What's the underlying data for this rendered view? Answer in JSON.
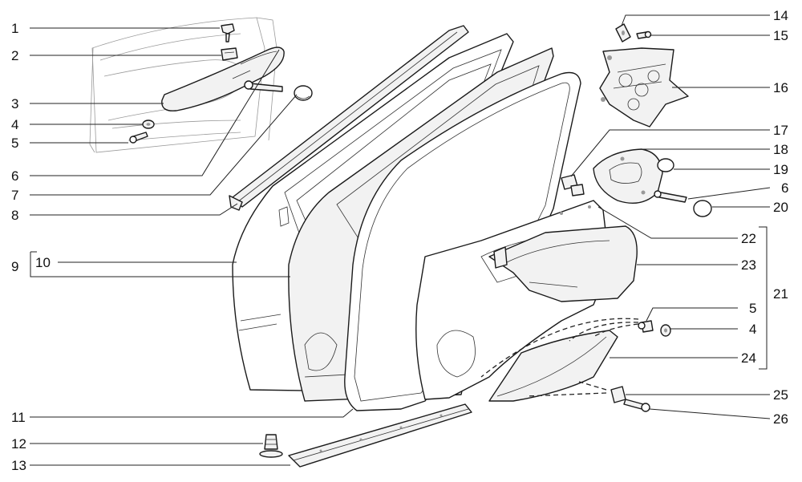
{
  "callouts": [
    {
      "id": "c1",
      "text": "1"
    },
    {
      "id": "c2",
      "text": "2"
    },
    {
      "id": "c3",
      "text": "3"
    },
    {
      "id": "c4",
      "text": "4"
    },
    {
      "id": "c5",
      "text": "5"
    },
    {
      "id": "c6",
      "text": "6"
    },
    {
      "id": "c7",
      "text": "7"
    },
    {
      "id": "c8",
      "text": "8"
    },
    {
      "id": "c9",
      "text": "9"
    },
    {
      "id": "c10",
      "text": "10"
    },
    {
      "id": "c11",
      "text": "11"
    },
    {
      "id": "c12",
      "text": "12"
    },
    {
      "id": "c13",
      "text": "13"
    },
    {
      "id": "c14",
      "text": "14"
    },
    {
      "id": "c15",
      "text": "15"
    },
    {
      "id": "c16",
      "text": "16"
    },
    {
      "id": "c17",
      "text": "17"
    },
    {
      "id": "c18",
      "text": "18"
    },
    {
      "id": "c19",
      "text": "19"
    },
    {
      "id": "c6b",
      "text": "6"
    },
    {
      "id": "c20",
      "text": "20"
    },
    {
      "id": "c22",
      "text": "22"
    },
    {
      "id": "c23",
      "text": "23"
    },
    {
      "id": "c21",
      "text": "21"
    },
    {
      "id": "c5b",
      "text": "5"
    },
    {
      "id": "c4b",
      "text": "4"
    },
    {
      "id": "c24",
      "text": "24"
    },
    {
      "id": "c25",
      "text": "25"
    },
    {
      "id": "c26",
      "text": "26"
    }
  ]
}
